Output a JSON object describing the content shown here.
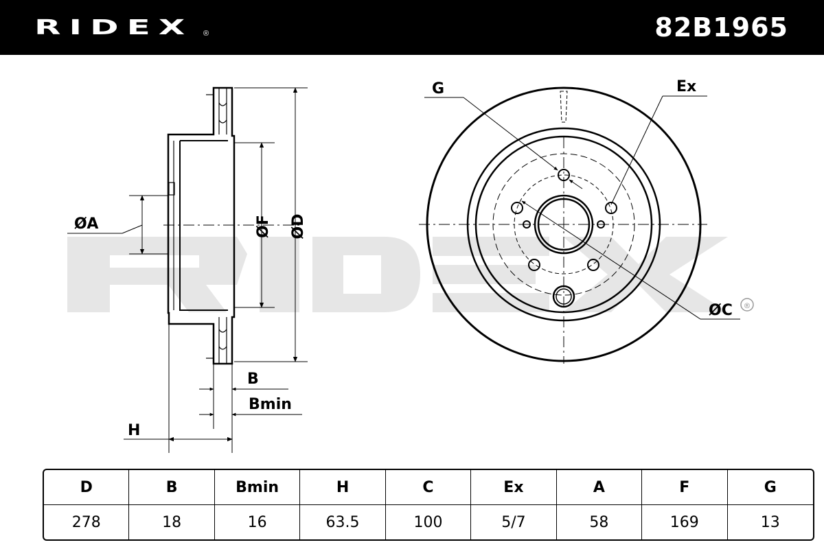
{
  "header": {
    "brand": "RIDEX",
    "brand_mark": "®",
    "part_number": "82B1965",
    "background": "#000000",
    "text_color": "#ffffff"
  },
  "watermark": {
    "text": "RIDEX",
    "color": "#e6e6e6"
  },
  "drawing": {
    "side_view_labels": {
      "a": "ØA",
      "f": "ØF",
      "d": "ØD",
      "b": "B",
      "bmin": "Bmin",
      "h": "H"
    },
    "front_view_labels": {
      "g": "G",
      "ex": "Ex",
      "c": "ØC",
      "c_mark": "®"
    }
  },
  "specs": {
    "headers": [
      "D",
      "B",
      "Bmin",
      "H",
      "C",
      "Ex",
      "A",
      "F",
      "G"
    ],
    "values": [
      "278",
      "18",
      "16",
      "63.5",
      "100",
      "5/7",
      "58",
      "169",
      "13"
    ]
  }
}
